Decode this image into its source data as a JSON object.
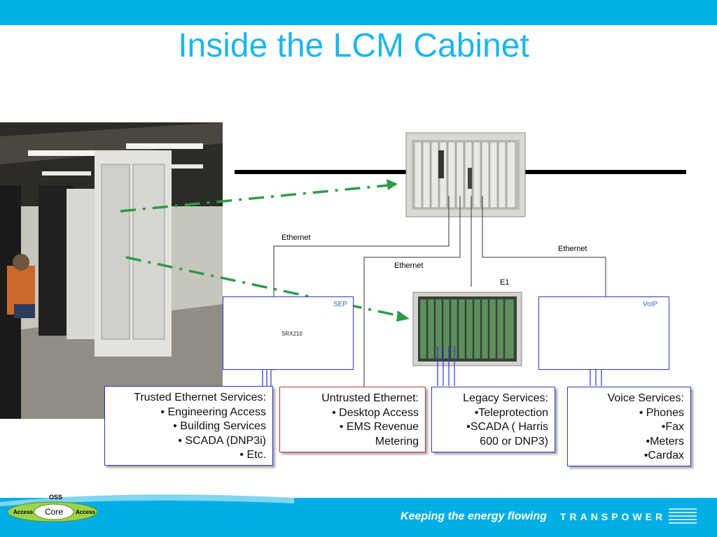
{
  "title": "Inside the LCM Cabinet",
  "network_labels": {
    "ethernet_left": "Ethernet",
    "ethernet_right": "Ethernet",
    "ethernet_center": "Ethernet",
    "e1": "E1"
  },
  "devices": {
    "sep_label": "SEP",
    "voip_label": "VoIP",
    "firewall_model": "SRX210"
  },
  "services": {
    "trusted": [
      "Trusted Ethernet Services:",
      "• Engineering Access",
      "• Building Services",
      "• SCADA (DNP3i)",
      "• Etc."
    ],
    "untrusted": [
      "Untrusted Ethernet:",
      "• Desktop Access",
      "• EMS Revenue",
      "Metering"
    ],
    "legacy": [
      "Legacy Services:",
      "•Teleprotection",
      "•SCADA ( Harris",
      "600 or DNP3)"
    ],
    "voice": [
      "Voice Services:",
      "• Phones",
      "•Fax",
      "•Meters",
      "•Cardax"
    ]
  },
  "footer": {
    "oss": "OSS",
    "access_left": "Access",
    "core": "Core",
    "access_right": "Access",
    "tagline": "Keeping the energy flowing",
    "brand": "TRANSPOWER"
  },
  "colors": {
    "accent": "#00b2e8",
    "title": "#1fb5ea",
    "box_border": "#3333cc",
    "untrusted_border": "#cc3333",
    "dash_arrow": "#2e9a4a"
  }
}
